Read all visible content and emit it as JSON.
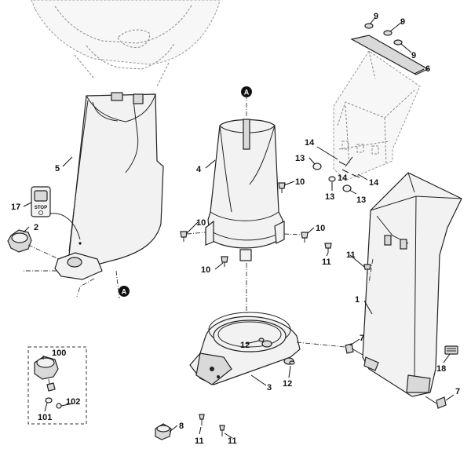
{
  "diagram": {
    "parts": {
      "p1": "1",
      "p2": "2",
      "p3": "3",
      "p4": "4",
      "p5": "5",
      "p6": "6",
      "p7": "7",
      "p8": "8",
      "p9": "9",
      "p10": "10",
      "p11": "11",
      "p12": "12",
      "p13": "13",
      "p14": "14",
      "p17": "17",
      "p18": "18",
      "p100": "100",
      "p101": "101",
      "p102": "102"
    },
    "marker": "A",
    "stop_label": "STOP"
  }
}
